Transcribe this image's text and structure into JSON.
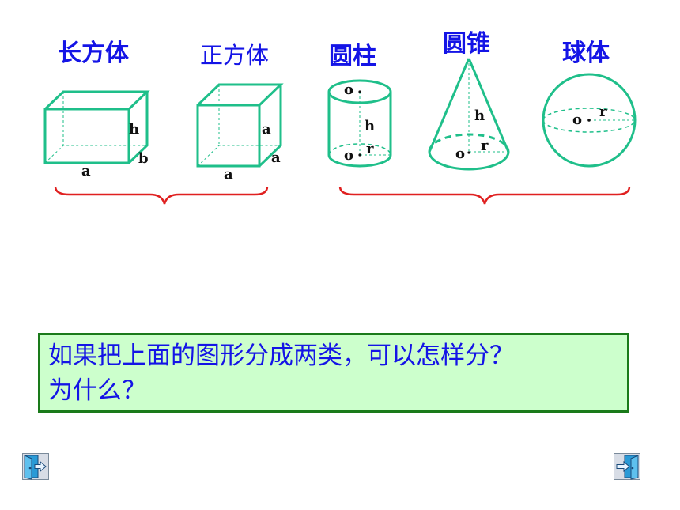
{
  "shapes": {
    "cuboid": {
      "title": "长方体",
      "labels": {
        "h": "h",
        "a": "a",
        "b": "b"
      }
    },
    "cube": {
      "title": "正方体",
      "labels": {
        "edge1": "a",
        "edge2": "a",
        "edge3": "a"
      }
    },
    "cylinder": {
      "title": "圆柱",
      "labels": {
        "o_top": "o",
        "h": "h",
        "o_bottom": "o",
        "r": "r"
      }
    },
    "cone": {
      "title": "圆锥",
      "labels": {
        "h": "h",
        "o": "o",
        "r": "r"
      }
    },
    "sphere": {
      "title": "球体",
      "labels": {
        "o": "o",
        "r": "r"
      }
    }
  },
  "question": {
    "line1": "如果把上面的图形分成两类，可以怎样分？",
    "line2": "为什么？"
  },
  "nav": {
    "prev_icon": "exit-door-left-icon",
    "next_icon": "exit-door-right-icon"
  },
  "colors": {
    "title": "#1414e6",
    "shape_stroke": "#1fbf8a",
    "brace": "#e02020",
    "box_fill": "#ccffcc",
    "box_border": "#1a7a1a"
  }
}
